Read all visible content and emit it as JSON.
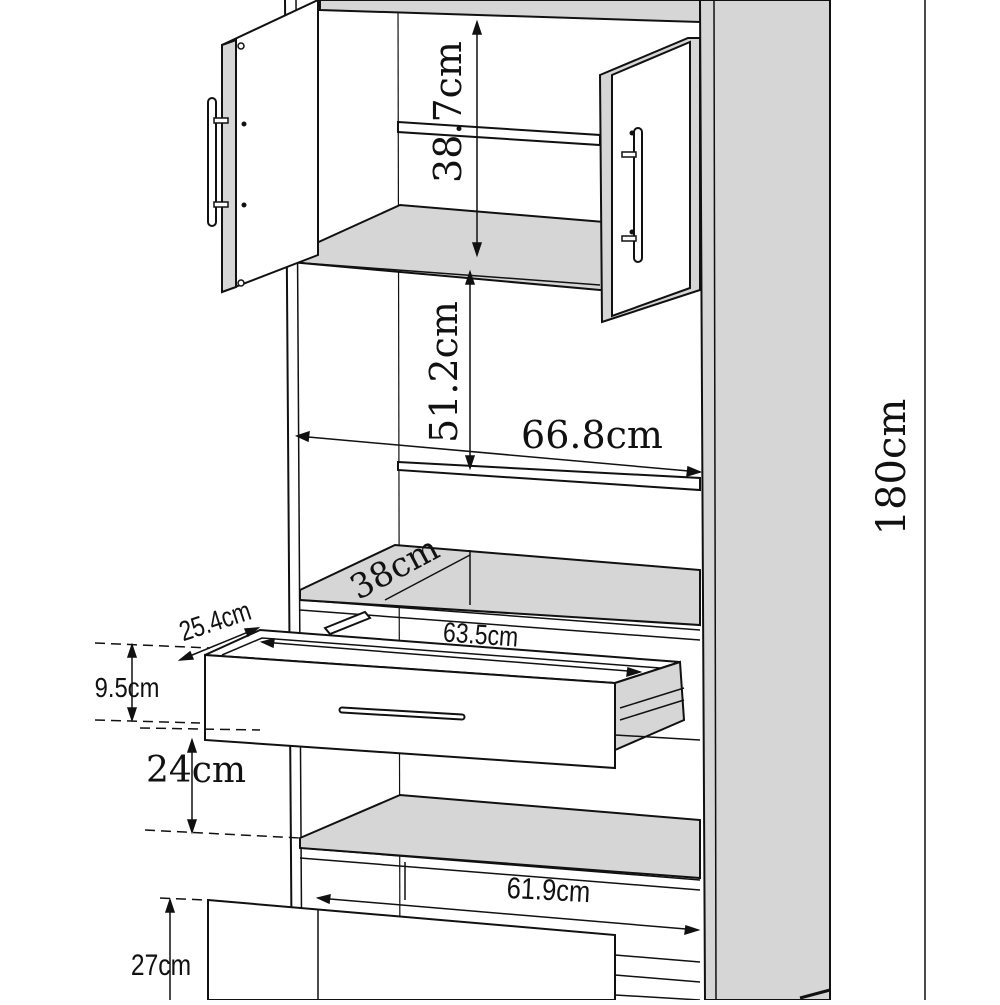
{
  "figure": {
    "kind": "furniture-dimension-drawing",
    "colors": {
      "panel_fill": "#d6d6d6",
      "line": "#111111",
      "background": "#ffffff"
    }
  },
  "dimensions": {
    "total_height": "180cm",
    "top_compartment_height": "38.7cm",
    "open_shelf_height": "51.2cm",
    "inner_width": "66.8cm",
    "shelf_depth": "38cm",
    "drawer_depth": "25.4cm",
    "drawer_width": "63.5cm",
    "drawer_height": "9.5cm",
    "drawer_gap": "24cm",
    "bottom_width": "61.9cm",
    "bottom_drawer_height": "27cm"
  }
}
